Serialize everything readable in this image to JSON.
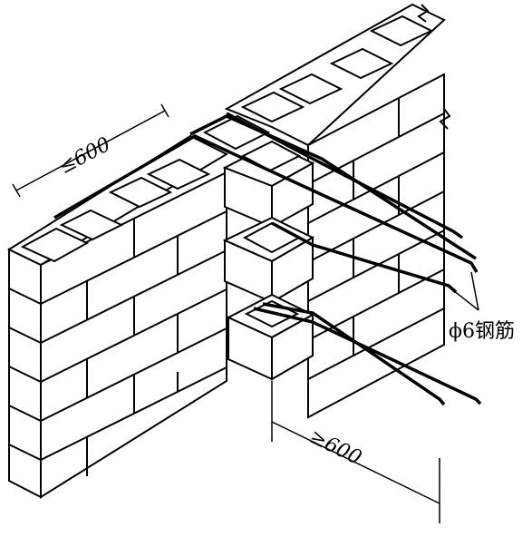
{
  "labels": {
    "top_dimension": "≤600",
    "bottom_dimension": "≥600",
    "rebar_note": "ϕ6钢筋"
  },
  "colors": {
    "stroke": "#000000",
    "background": "#ffffff"
  }
}
